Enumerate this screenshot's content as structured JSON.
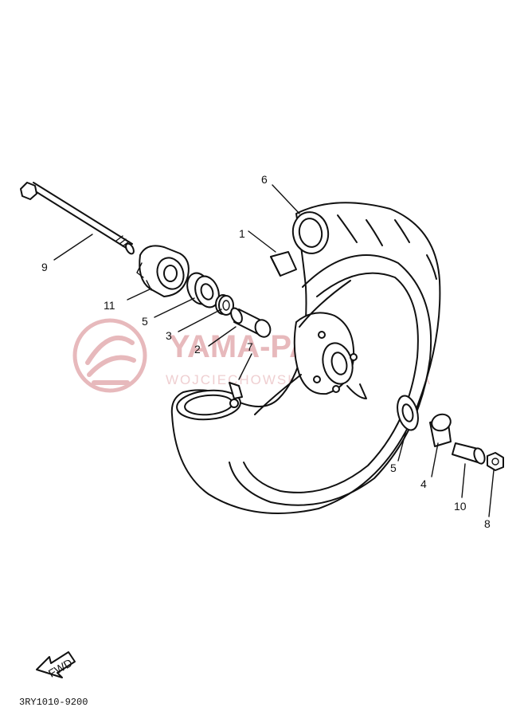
{
  "watermark": {
    "title": "YAMA-PARTS.PL",
    "subtitle": "WOJCIECHOWSKI PARTS YAMAHA",
    "color": "#e7b9bc"
  },
  "callouts": [
    "1",
    "2",
    "3",
    "4",
    "5",
    "5",
    "6",
    "7",
    "8",
    "9",
    "10",
    "11"
  ],
  "fwd_label": "FWD",
  "diagram_code": "3RY1010-9200"
}
